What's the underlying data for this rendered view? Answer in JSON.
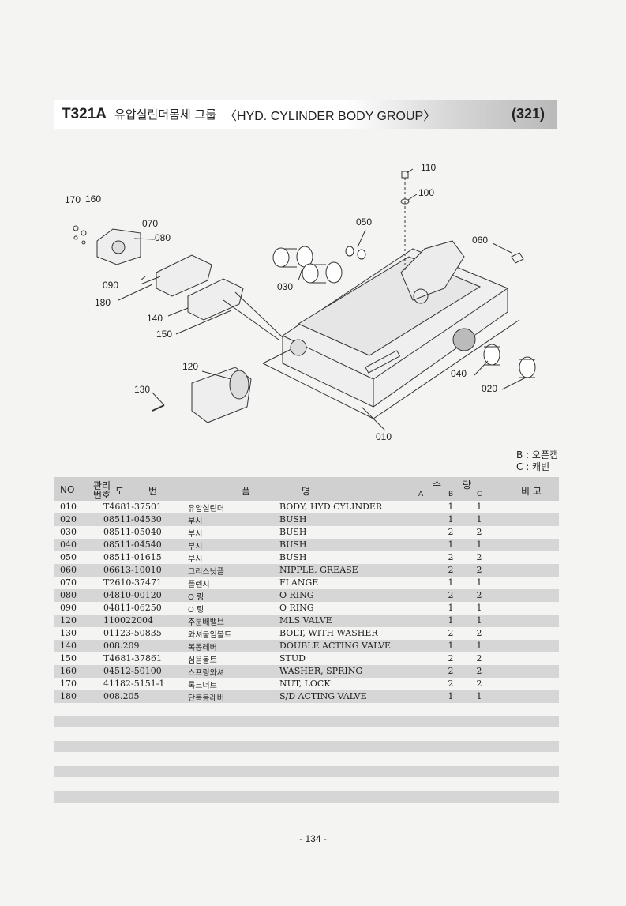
{
  "header": {
    "code": "T321A",
    "title_kr": "유압실린더몸체 그룹",
    "title_en": "〈HYD. CYLINDER BODY GROUP〉",
    "page_code": "(321)"
  },
  "callouts": [
    "170",
    "160",
    "070",
    "080",
    "090",
    "180",
    "140",
    "150",
    "120",
    "130",
    "110",
    "100",
    "050",
    "030",
    "060",
    "040",
    "020",
    "010"
  ],
  "legend": {
    "b": "B : 오픈캡",
    "c": "C : 캐빈"
  },
  "table": {
    "headers": {
      "no": "NO",
      "mgmt": "관리",
      "mgmt2": "번호",
      "drawing": "도",
      "drawing2": "번",
      "item": "품",
      "item2": "명",
      "qty": "수",
      "qty2": "량",
      "a": "A",
      "b": "B",
      "c": "C",
      "remarks": "비 고"
    },
    "rows": [
      {
        "no": "010",
        "pn": "T4681-37501",
        "kr": "유압실린더",
        "en": "BODY, HYD CYLINDER",
        "b": "1",
        "c": "1"
      },
      {
        "no": "020",
        "pn": "08511-04530",
        "kr": "부시",
        "en": "BUSH",
        "b": "1",
        "c": "1"
      },
      {
        "no": "030",
        "pn": "08511-05040",
        "kr": "부시",
        "en": "BUSH",
        "b": "2",
        "c": "2"
      },
      {
        "no": "040",
        "pn": "08511-04540",
        "kr": "부시",
        "en": "BUSH",
        "b": "1",
        "c": "1"
      },
      {
        "no": "050",
        "pn": "08511-01615",
        "kr": "부시",
        "en": "BUSH",
        "b": "2",
        "c": "2"
      },
      {
        "no": "060",
        "pn": "06613-10010",
        "kr": "그리스닛플",
        "en": "NIPPLE, GREASE",
        "b": "2",
        "c": "2"
      },
      {
        "no": "070",
        "pn": "T2610-37471",
        "kr": "플렌지",
        "en": "FLANGE",
        "b": "1",
        "c": "1"
      },
      {
        "no": "080",
        "pn": "04810-00120",
        "kr": "O 링",
        "en": "O RING",
        "b": "2",
        "c": "2"
      },
      {
        "no": "090",
        "pn": "04811-06250",
        "kr": "O 링",
        "en": "O RING",
        "b": "1",
        "c": "1"
      },
      {
        "no": "120",
        "pn": "110022004",
        "kr": "주분배밸브",
        "en": "MLS VALVE",
        "b": "1",
        "c": "1"
      },
      {
        "no": "130",
        "pn": "01123-50835",
        "kr": "와셔붙임볼트",
        "en": "BOLT, WITH WASHER",
        "b": "2",
        "c": "2"
      },
      {
        "no": "140",
        "pn": "008.209",
        "kr": "복동레버",
        "en": "DOUBLE ACTING VALVE",
        "b": "1",
        "c": "1"
      },
      {
        "no": "150",
        "pn": "T4681-37861",
        "kr": "심음볼트",
        "en": "STUD",
        "b": "2",
        "c": "2"
      },
      {
        "no": "160",
        "pn": "04512-50100",
        "kr": "스프링와셔",
        "en": "WASHER, SPRING",
        "b": "2",
        "c": "2"
      },
      {
        "no": "170",
        "pn": "41182-5151-1",
        "kr": "록크너트",
        "en": "NUT, LOCK",
        "b": "2",
        "c": "2"
      },
      {
        "no": "180",
        "pn": "008.205",
        "kr": "단복동레버",
        "en": "S/D ACTING VALVE",
        "b": "1",
        "c": "1"
      }
    ]
  },
  "footer": {
    "page": "- 134 -"
  }
}
